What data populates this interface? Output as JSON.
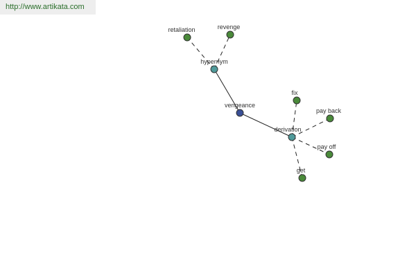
{
  "watermark": {
    "text": "http://www.artikata.com"
  },
  "colors": {
    "root_node": "#3a4f96",
    "relation_node": "#4f9a9a",
    "leaf_node": "#4a8a3a",
    "node_stroke": "#333333",
    "edge": "#222222",
    "watermark_bg": "#eeeeee",
    "watermark_text": "#2a6e2a"
  },
  "graph": {
    "nodes": [
      {
        "id": "vengeance",
        "label": "vengeance",
        "kind": "root"
      },
      {
        "id": "hypernym",
        "label": "hypernym",
        "kind": "relation"
      },
      {
        "id": "derivation",
        "label": "derivation",
        "kind": "relation"
      },
      {
        "id": "retaliation",
        "label": "retaliation",
        "kind": "leaf"
      },
      {
        "id": "revenge",
        "label": "revenge",
        "kind": "leaf"
      },
      {
        "id": "fix",
        "label": "fix",
        "kind": "leaf"
      },
      {
        "id": "pay_back",
        "label": "pay back",
        "kind": "leaf"
      },
      {
        "id": "pay_off",
        "label": "pay off",
        "kind": "leaf"
      },
      {
        "id": "get",
        "label": "get",
        "kind": "leaf"
      }
    ],
    "edges": [
      {
        "from": "vengeance",
        "to": "hypernym",
        "style": "solid"
      },
      {
        "from": "vengeance",
        "to": "derivation",
        "style": "solid"
      },
      {
        "from": "hypernym",
        "to": "retaliation",
        "style": "dashed"
      },
      {
        "from": "hypernym",
        "to": "revenge",
        "style": "dashed"
      },
      {
        "from": "derivation",
        "to": "fix",
        "style": "dashed"
      },
      {
        "from": "derivation",
        "to": "pay_back",
        "style": "dashed"
      },
      {
        "from": "derivation",
        "to": "pay_off",
        "style": "dashed"
      },
      {
        "from": "derivation",
        "to": "get",
        "style": "dashed"
      }
    ]
  }
}
